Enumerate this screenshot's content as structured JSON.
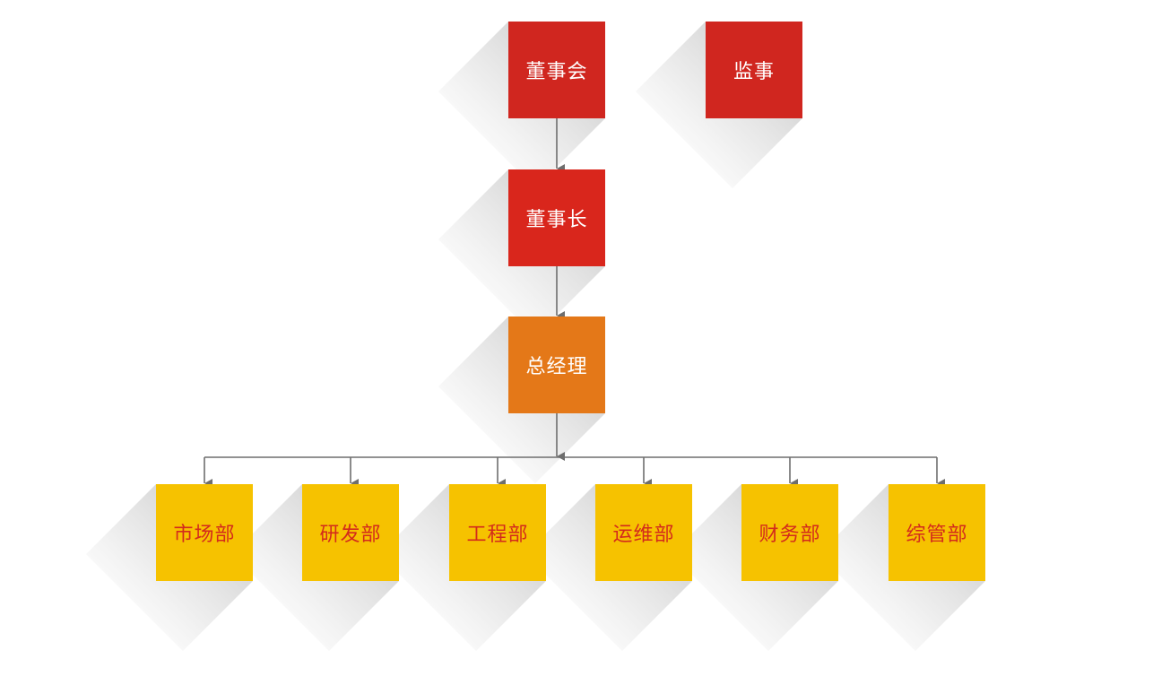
{
  "top": {
    "board": "董事会",
    "supervisor": "监事",
    "chairman": "董事长",
    "general_manager": "总经理"
  },
  "departments": [
    "市场部",
    "研发部",
    "工程部",
    "运维部",
    "财务部",
    "综管部"
  ],
  "colors": {
    "board": "#d0261f",
    "chairman": "#d9261c",
    "general_manager": "#e47818",
    "department": "#f6c200",
    "department_text": "#d32a1c",
    "connector": "#6e6e6e"
  }
}
